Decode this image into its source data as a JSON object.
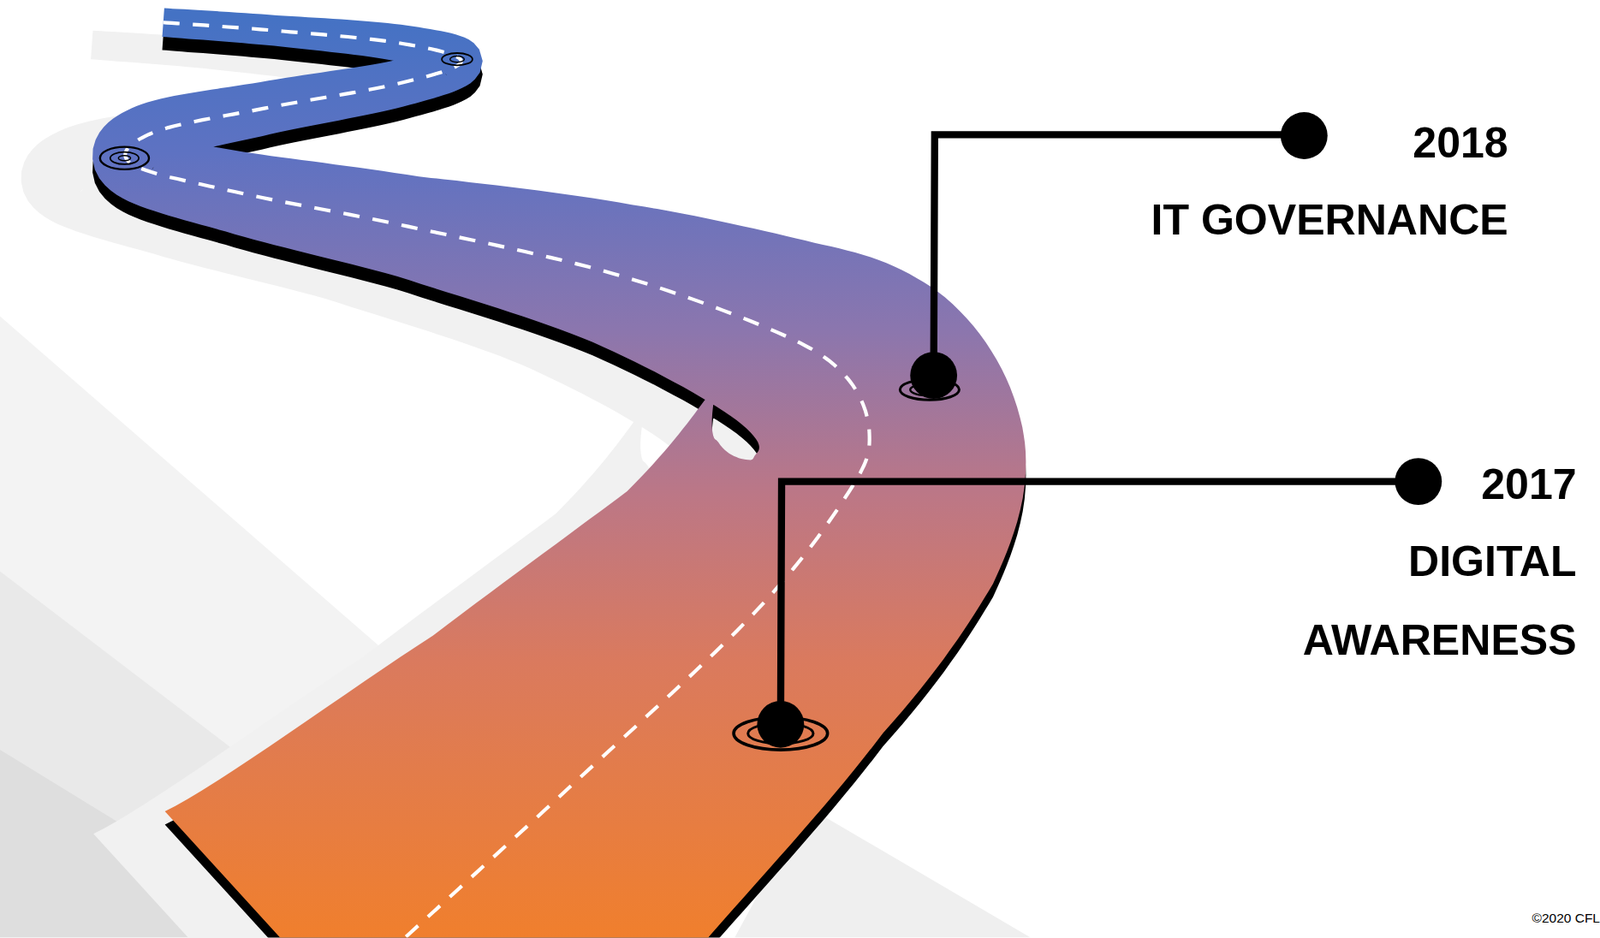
{
  "diagram": {
    "labels": [
      "2018",
      "IT GOVERNANCE",
      "2017",
      "DIGITAL AWARENESS",
      "©2020 CFL"
    ]
  }
}
